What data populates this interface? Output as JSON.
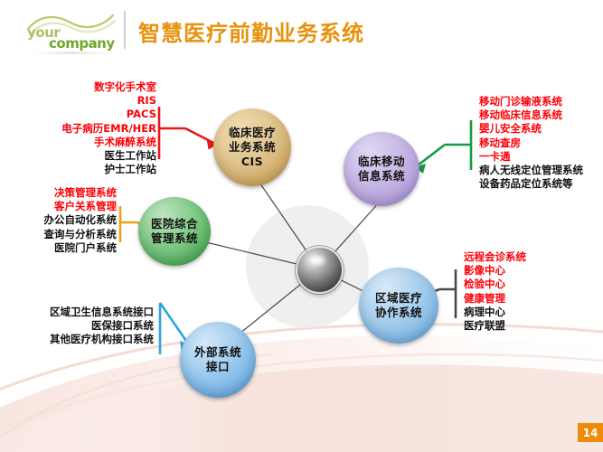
{
  "header": {
    "logo": {
      "line1": "your",
      "line2": "company",
      "icon": "swoosh-logo"
    },
    "title": "智慧医疗前勤业务系统"
  },
  "footer": {
    "page_number": "14"
  },
  "colors": {
    "title": "#e8920c",
    "highlight_red": "#fb0007",
    "body_black": "#101010",
    "page_badge": "#ed8b0b",
    "connector_cis": "#e8161a",
    "connector_hmis": "#eba315",
    "connector_esi": "#2aa6de",
    "connector_cmis": "#149b3f",
    "connector_rhc": "#4a4a4a",
    "node_cis": "#e3c894",
    "node_hmis": "#8ecf93",
    "node_cmis": "#cbbde8",
    "node_rhc": "#afd3ef",
    "node_esi": "#a8d0ef",
    "core_sphere": "#6a6a6a",
    "halo": "#ececec"
  },
  "diagram": {
    "center": {
      "name": "core-sphere",
      "label": ""
    },
    "nodes": [
      {
        "id": "cis",
        "label": "临床医疗\n业务系统\nCIS"
      },
      {
        "id": "hmis",
        "label": "医院综合\n管理系统"
      },
      {
        "id": "cmis",
        "label": "临床移动\n信息系统"
      },
      {
        "id": "rhc",
        "label": "区域医疗\n协作系统"
      },
      {
        "id": "esi",
        "label": "外部系统\n接口"
      }
    ],
    "text_blocks": [
      {
        "id": "cis",
        "align": "right",
        "lines": [
          {
            "text": "数字化手术室",
            "color": "red"
          },
          {
            "text": "RIS",
            "color": "red"
          },
          {
            "text": "PACS",
            "color": "red"
          },
          {
            "text": "电子病历EMR/HER",
            "color": "red"
          },
          {
            "text": "手术麻醉系统",
            "color": "red"
          },
          {
            "text": "医生工作站",
            "color": "black"
          },
          {
            "text": "护士工作站",
            "color": "black"
          }
        ]
      },
      {
        "id": "hmis",
        "align": "right",
        "lines": [
          {
            "text": "决策管理系统",
            "color": "red"
          },
          {
            "text": "客户关系管理",
            "color": "red"
          },
          {
            "text": "办公自动化系统",
            "color": "black"
          },
          {
            "text": "查询与分析系统",
            "color": "black"
          },
          {
            "text": "医院门户系统",
            "color": "black"
          }
        ]
      },
      {
        "id": "esi",
        "align": "right",
        "lines": [
          {
            "text": "区域卫生信息系统接口",
            "color": "black"
          },
          {
            "text": "医保接口系统",
            "color": "black"
          },
          {
            "text": "其他医疗机构接口系统",
            "color": "black"
          }
        ]
      },
      {
        "id": "cmis",
        "align": "left",
        "lines": [
          {
            "text": "移动门诊输液系统",
            "color": "red"
          },
          {
            "text": "移动临床信息系统",
            "color": "red"
          },
          {
            "text": "婴儿安全系统",
            "color": "red"
          },
          {
            "text": "移动查房",
            "color": "red"
          },
          {
            "text": "一卡通",
            "color": "red"
          },
          {
            "text": "病人无线定位管理系统",
            "color": "black"
          },
          {
            "text": "设备药品定位系统等",
            "color": "black"
          }
        ]
      },
      {
        "id": "rhc",
        "align": "left",
        "lines": [
          {
            "text": "远程会诊系统",
            "color": "red"
          },
          {
            "text": "影像中心",
            "color": "red"
          },
          {
            "text": "检验中心",
            "color": "red"
          },
          {
            "text": "健康管理",
            "color": "red"
          },
          {
            "text": "病理中心",
            "color": "black"
          },
          {
            "text": "医疗联盟",
            "color": "black"
          }
        ]
      }
    ]
  }
}
